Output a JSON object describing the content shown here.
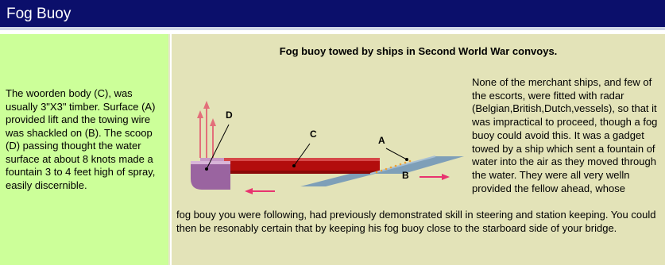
{
  "header": {
    "title": "Fog Buoy"
  },
  "left": {
    "description": "The woorden body (C), was usually 3\"X3\" timber. Surface (A) provided lift and the towing wire was shackled on (B). The scoop (D) passing thought the water surface at about 8 knots made a fountain 3 to 4 feet high of spray, easily discernible."
  },
  "main": {
    "caption": "Fog buoy towed by ships in Second World War convoys.",
    "side_text": "None of the merchant ships, and few of the escorts, were fitted with radar (Belgian,British,Dutch,vessels), so that it was impractical to proceed, though a fog buoy could avoid this. It was a gadget towed by a ship which sent a fountain of water into the air as they moved through the water. They were all very welln provided the fellow ahead, whose",
    "bottom_text": "fog bouy you were following, had previously demonstrated skill in steering and station keeping. You could then be resonably certain that by keeping his fog buoy close to the starboard side of your bridge."
  },
  "diagram": {
    "labels": {
      "a": "A",
      "b": "B",
      "c": "C",
      "d": "D"
    },
    "colors": {
      "body": "#b30d0d",
      "scoop": "#b07ab0",
      "plate": "#7e9fb8",
      "arrow": "#e8336f",
      "spray": "#e36f7a"
    }
  }
}
